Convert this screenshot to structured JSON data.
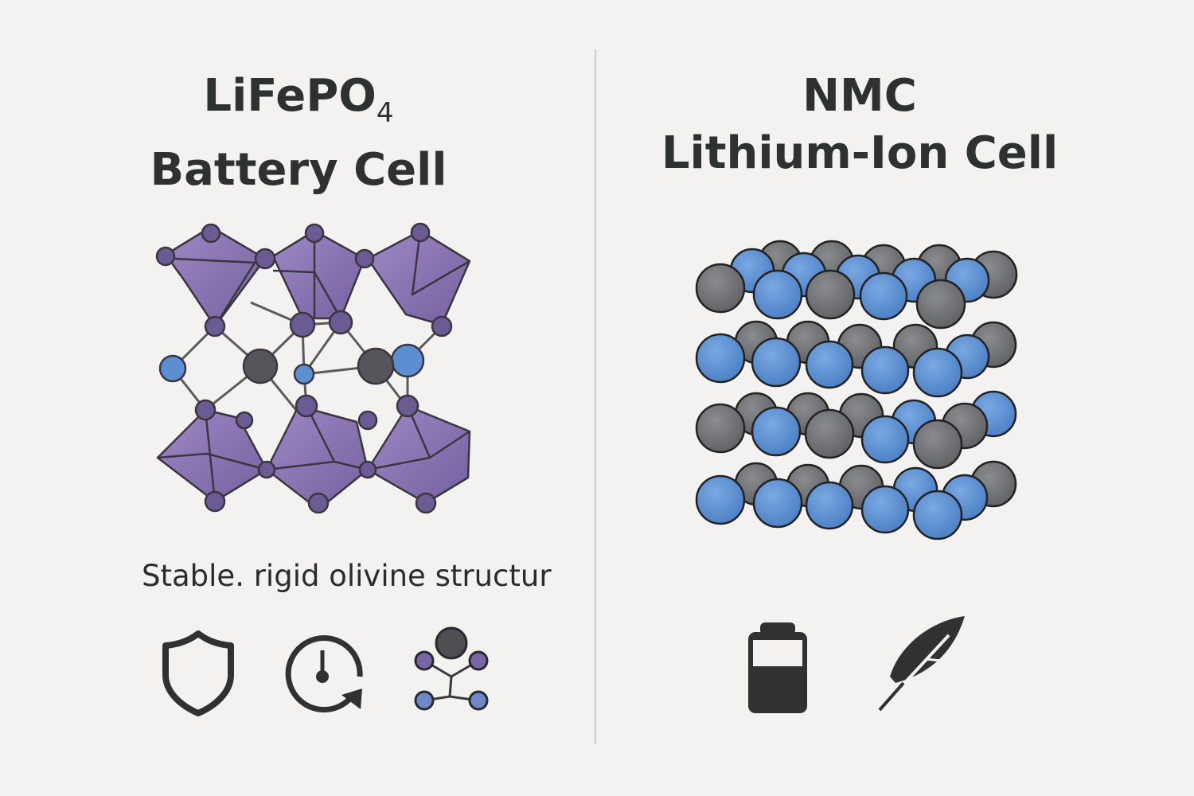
{
  "left_panel": {
    "title_line1_main": "LiFePO",
    "title_line1_sub": "4",
    "title_line2": "Battery Cell",
    "caption": "Stable. rigid olivine structur",
    "structure": "olivine-crystal-structure",
    "icons": [
      "shield-icon",
      "cycle-gauge-icon",
      "molecule-icon"
    ]
  },
  "right_panel": {
    "title_line1": "NMC",
    "title_line2": "Lithium-Ion Cell",
    "structure": "layered-atom-structure",
    "icons": [
      "battery-icon",
      "feather-icon"
    ]
  },
  "colors": {
    "background": "#f3f2f0",
    "text": "#2e3132",
    "polyhedra": "#8a74b0",
    "atom_blue": "#5b8fd1",
    "atom_gray": "#6b6d70",
    "atom_dark": "#4a4b50",
    "divider": "#c9c9c9"
  }
}
